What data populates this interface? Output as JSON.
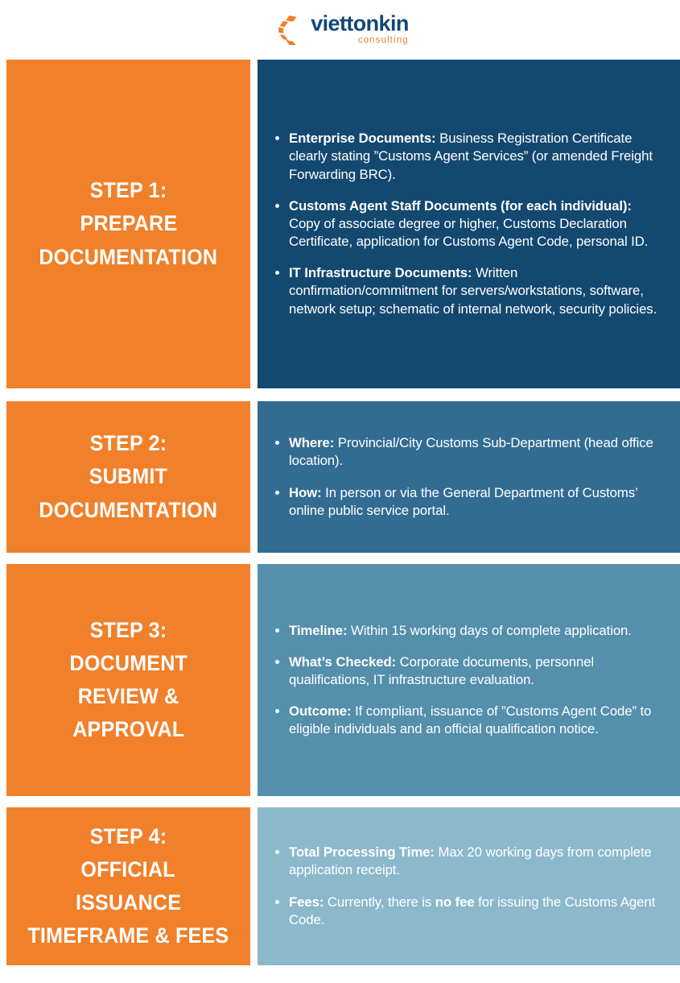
{
  "header": {
    "logo_icon": "viettonkin-c-mark-icon",
    "brand_name": "viettonkin",
    "brand_tagline": "consulting"
  },
  "colors": {
    "orange": "#f0802a",
    "brand_navy": "#14477a",
    "panel_1": "#134870",
    "panel_2": "#336c92",
    "panel_3": "#548fab",
    "panel_4": "#8cb8cc",
    "text_on_panel": "#ffffff"
  },
  "steps": [
    {
      "title_lines": [
        "STEP 1:",
        "PREPARE",
        "DOCUMENTATION"
      ],
      "bullets": [
        {
          "label": "Enterprise Documents:",
          "text": " Business Registration Certificate clearly stating ”Customs Agent Services” (or amended Freight Forwarding BRC)."
        },
        {
          "label": "Customs Agent Staff Documents (for each individual):",
          "text": " Copy of associate degree or higher, Customs Declaration Certificate, application for Customs Agent Code, personal ID."
        },
        {
          "label": "IT Infrastructure Documents:",
          "text": " Written confirmation/commitment for servers/workstations, software, network setup; schematic of internal network, security policies."
        }
      ]
    },
    {
      "title_lines": [
        "STEP 2:",
        "SUBMIT",
        "DOCUMENTATION"
      ],
      "bullets": [
        {
          "label": "Where:",
          "text": " Provincial/City Customs Sub-Department (head office location)."
        },
        {
          "label": "How:",
          "text": " In person or via the General Department of Customs’ online public service portal."
        }
      ]
    },
    {
      "title_lines": [
        "STEP 3:",
        "DOCUMENT",
        "REVIEW &",
        "APPROVAL"
      ],
      "bullets": [
        {
          "label": "Timeline:",
          "text": " Within 15 working days of complete application."
        },
        {
          "label": "What’s Checked:",
          "text": " Corporate documents, personnel qualifications, IT infrastructure evaluation."
        },
        {
          "label": "Outcome:",
          "text": " If compliant, issuance of ”Customs Agent Code” to eligible individuals and an official qualification notice."
        }
      ]
    },
    {
      "title_lines": [
        "STEP 4:",
        "OFFICIAL",
        "ISSUANCE",
        "TIMEFRAME & FEES"
      ],
      "bullets": [
        {
          "label": "Total Processing Time:",
          "text": " Max 20 working days from complete application receipt."
        },
        {
          "label": "Fees:",
          "text": " Currently, there is ",
          "emphasis": "no fee",
          "text_after": " for issuing the Customs Agent Code."
        }
      ]
    }
  ]
}
